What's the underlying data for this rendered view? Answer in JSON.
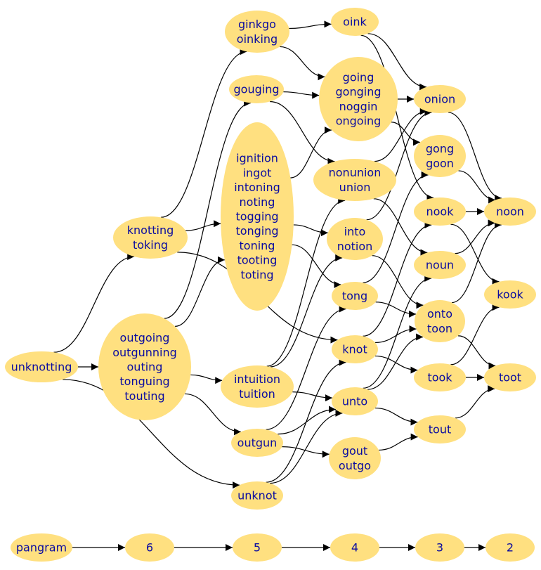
{
  "graph": {
    "nodes": [
      {
        "id": "unknotting",
        "lines": [
          "unknotting"
        ]
      },
      {
        "id": "knotting",
        "lines": [
          "knotting",
          "toking"
        ]
      },
      {
        "id": "outgoing",
        "lines": [
          "outgoing",
          "outgunning",
          "outing",
          "tonguing",
          "touting"
        ]
      },
      {
        "id": "ginkgo",
        "lines": [
          "ginkgo",
          "oinking"
        ]
      },
      {
        "id": "gouging",
        "lines": [
          "gouging"
        ]
      },
      {
        "id": "ignition",
        "lines": [
          "ignition",
          "ingot",
          "intoning",
          "noting",
          "togging",
          "tonging",
          "toning",
          "tooting",
          "toting"
        ]
      },
      {
        "id": "intuition",
        "lines": [
          "intuition",
          "tuition"
        ]
      },
      {
        "id": "outgun",
        "lines": [
          "outgun"
        ]
      },
      {
        "id": "unknot",
        "lines": [
          "unknot"
        ]
      },
      {
        "id": "oink",
        "lines": [
          "oink"
        ]
      },
      {
        "id": "going",
        "lines": [
          "going",
          "gonging",
          "noggin",
          "ongoing"
        ]
      },
      {
        "id": "nonunion",
        "lines": [
          "nonunion",
          "union"
        ]
      },
      {
        "id": "into",
        "lines": [
          "into",
          "notion"
        ]
      },
      {
        "id": "tong",
        "lines": [
          "tong"
        ]
      },
      {
        "id": "knot",
        "lines": [
          "knot"
        ]
      },
      {
        "id": "unto",
        "lines": [
          "unto"
        ]
      },
      {
        "id": "gout",
        "lines": [
          "gout",
          "outgo"
        ]
      },
      {
        "id": "onion",
        "lines": [
          "onion"
        ]
      },
      {
        "id": "gong",
        "lines": [
          "gong",
          "goon"
        ]
      },
      {
        "id": "nook",
        "lines": [
          "nook"
        ]
      },
      {
        "id": "noun",
        "lines": [
          "noun"
        ]
      },
      {
        "id": "onto",
        "lines": [
          "onto",
          "toon"
        ]
      },
      {
        "id": "took",
        "lines": [
          "took"
        ]
      },
      {
        "id": "tout",
        "lines": [
          "tout"
        ]
      },
      {
        "id": "noon",
        "lines": [
          "noon"
        ]
      },
      {
        "id": "kook",
        "lines": [
          "kook"
        ]
      },
      {
        "id": "toot",
        "lines": [
          "toot"
        ]
      },
      {
        "id": "pangram",
        "lines": [
          "pangram"
        ]
      },
      {
        "id": "l6",
        "lines": [
          "6"
        ]
      },
      {
        "id": "l5",
        "lines": [
          "5"
        ]
      },
      {
        "id": "l4",
        "lines": [
          "4"
        ]
      },
      {
        "id": "l3",
        "lines": [
          "3"
        ]
      },
      {
        "id": "l2",
        "lines": [
          "2"
        ]
      }
    ],
    "edges": [
      [
        "unknotting",
        "knotting"
      ],
      [
        "unknotting",
        "outgoing"
      ],
      [
        "unknotting",
        "unknot"
      ],
      [
        "knotting",
        "ginkgo"
      ],
      [
        "knotting",
        "ignition"
      ],
      [
        "knotting",
        "knot"
      ],
      [
        "outgoing",
        "gouging"
      ],
      [
        "outgoing",
        "ignition"
      ],
      [
        "outgoing",
        "intuition"
      ],
      [
        "outgoing",
        "outgun"
      ],
      [
        "ginkgo",
        "oink"
      ],
      [
        "ginkgo",
        "going"
      ],
      [
        "gouging",
        "going"
      ],
      [
        "gouging",
        "nonunion"
      ],
      [
        "ignition",
        "going"
      ],
      [
        "ignition",
        "into"
      ],
      [
        "ignition",
        "tong"
      ],
      [
        "intuition",
        "nonunion"
      ],
      [
        "intuition",
        "into"
      ],
      [
        "intuition",
        "unto"
      ],
      [
        "outgun",
        "tong"
      ],
      [
        "outgun",
        "unto"
      ],
      [
        "outgun",
        "gout"
      ],
      [
        "unknot",
        "knot"
      ],
      [
        "unknot",
        "unto"
      ],
      [
        "oink",
        "onion"
      ],
      [
        "oink",
        "nook"
      ],
      [
        "going",
        "onion"
      ],
      [
        "going",
        "gong"
      ],
      [
        "nonunion",
        "onion"
      ],
      [
        "nonunion",
        "noun"
      ],
      [
        "into",
        "onion"
      ],
      [
        "into",
        "onto"
      ],
      [
        "tong",
        "gong"
      ],
      [
        "tong",
        "onto"
      ],
      [
        "knot",
        "nook"
      ],
      [
        "knot",
        "onto"
      ],
      [
        "knot",
        "took"
      ],
      [
        "unto",
        "noun"
      ],
      [
        "unto",
        "onto"
      ],
      [
        "unto",
        "tout"
      ],
      [
        "gout",
        "tout"
      ],
      [
        "onion",
        "noon"
      ],
      [
        "gong",
        "noon"
      ],
      [
        "nook",
        "noon"
      ],
      [
        "nook",
        "kook"
      ],
      [
        "noun",
        "noon"
      ],
      [
        "onto",
        "noon"
      ],
      [
        "onto",
        "toot"
      ],
      [
        "took",
        "kook"
      ],
      [
        "took",
        "toot"
      ],
      [
        "tout",
        "toot"
      ],
      [
        "pangram",
        "l6"
      ],
      [
        "l6",
        "l5"
      ],
      [
        "l5",
        "l4"
      ],
      [
        "l4",
        "l3"
      ],
      [
        "l3",
        "l2"
      ]
    ]
  }
}
